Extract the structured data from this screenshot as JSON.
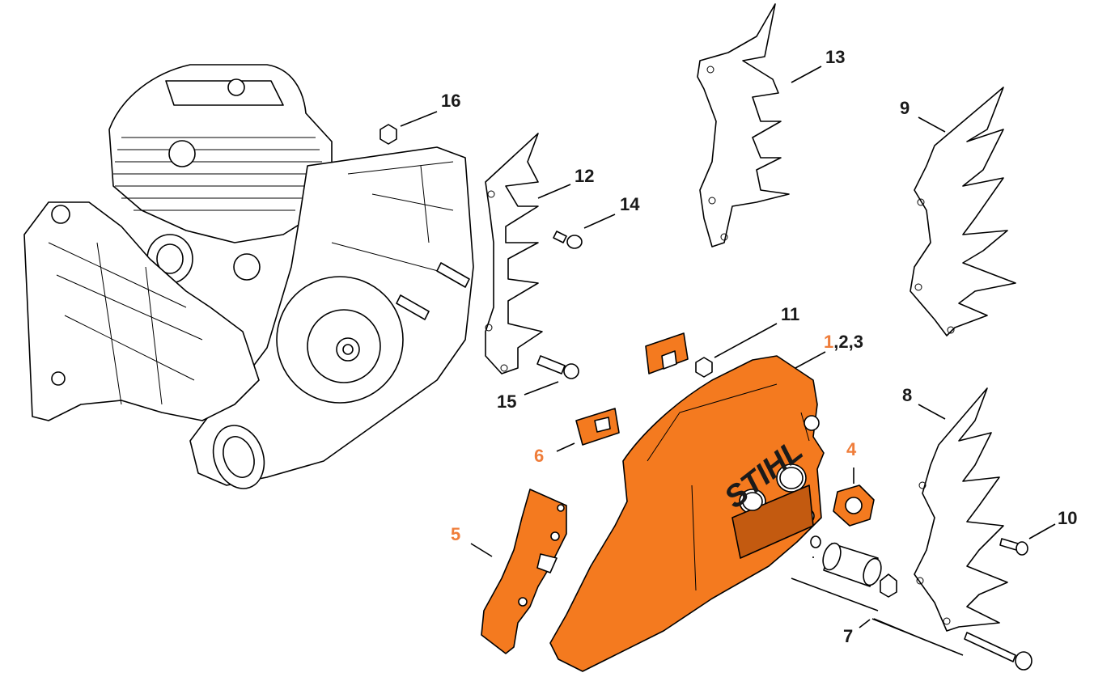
{
  "diagram": {
    "accent_color": "#f47a1f",
    "label_highlight_color": "#ef7d3a",
    "labels": {
      "l16": "16",
      "l12": "12",
      "l14": "14",
      "l13": "13",
      "l9": "9",
      "l11": "11",
      "l1_main": "1",
      "l1_rest": ",2,3",
      "l15": "15",
      "l6": "6",
      "l4": "4",
      "l8": "8",
      "l5": "5",
      "l10": "10",
      "l7": "7"
    },
    "logo_text": "STIHL"
  }
}
